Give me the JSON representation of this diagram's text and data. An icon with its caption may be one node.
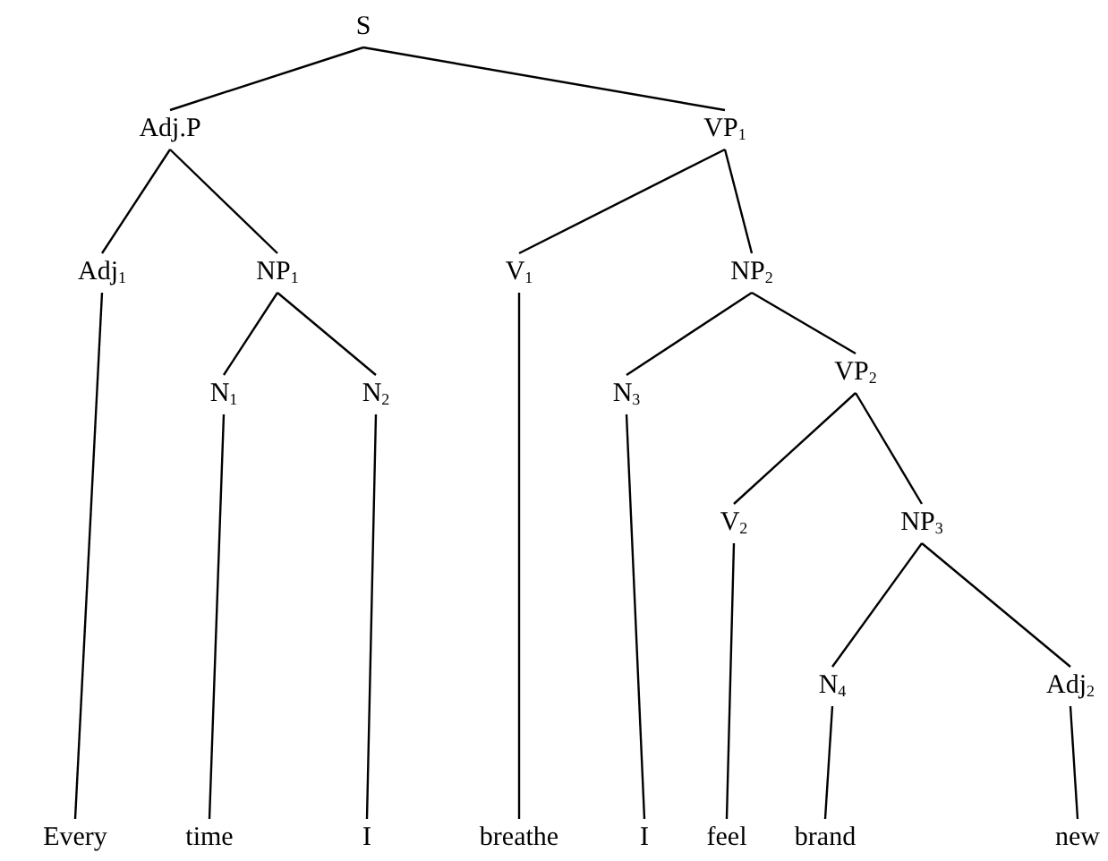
{
  "diagram": {
    "nodes": [
      {
        "text": [
          "S"
        ]
      },
      {
        "text": [
          "Adj.P"
        ]
      },
      {
        "text": [
          "VP$_{1}$"
        ]
      },
      {
        "text": [
          "Adj$_{1}$"
        ]
      },
      {
        "text": [
          "NP$_{1}$"
        ]
      },
      {
        "text": [
          "V$_{1}$"
        ]
      },
      {
        "text": [
          "NP$_{2}$"
        ]
      },
      {
        "text": [
          "N$_{1}$"
        ]
      },
      {
        "text": [
          "N$_{2}$"
        ]
      },
      {
        "text": [
          "N$_{3}$"
        ]
      },
      {
        "text": [
          "VP$_{2}$"
        ]
      },
      {
        "text": [
          "V$_{2}$"
        ]
      },
      {
        "text": [
          "NP$_{3}$"
        ]
      },
      {
        "text": [
          "N$_{4}$"
        ]
      },
      {
        "text": [
          "Adj$_{2}$"
        ]
      },
      {
        "text": [
          "Every"
        ]
      },
      {
        "text": [
          "time"
        ]
      },
      {
        "text": [
          "I"
        ]
      },
      {
        "text": [
          "breathe"
        ]
      },
      {
        "text": [
          "I"
        ]
      },
      {
        "text": [
          "feel"
        ]
      },
      {
        "text": [
          "brand"
        ]
      },
      {
        "text": [
          "new"
        ]
      }
    ],
    "edges": [
      {
        "from": 0,
        "to": 1,
        "arrow": "none"
      },
      {
        "from": 0,
        "to": 2,
        "arrow": "none"
      },
      {
        "from": 1,
        "to": 3,
        "arrow": "none"
      },
      {
        "from": 1,
        "to": 4,
        "arrow": "none"
      },
      {
        "from": 2,
        "to": 5,
        "arrow": "none"
      },
      {
        "from": 2,
        "to": 6,
        "arrow": "none"
      },
      {
        "from": 4,
        "to": 7,
        "arrow": "none"
      },
      {
        "from": 4,
        "to": 8,
        "arrow": "none"
      },
      {
        "from": 6,
        "to": 9,
        "arrow": "none"
      },
      {
        "from": 6,
        "to": 10,
        "arrow": "none"
      },
      {
        "from": 10,
        "to": 11,
        "arrow": "none"
      },
      {
        "from": 10,
        "to": 12,
        "arrow": "none"
      },
      {
        "from": 12,
        "to": 13,
        "arrow": "none"
      },
      {
        "from": 12,
        "to": 14,
        "arrow": "none"
      },
      {
        "from": 3,
        "to": 15,
        "arrow": "none"
      },
      {
        "from": 7,
        "to": 16,
        "arrow": "none"
      },
      {
        "from": 8,
        "to": 17,
        "arrow": "none"
      },
      {
        "from": 5,
        "to": 18,
        "arrow": "none"
      },
      {
        "from": 9,
        "to": 19,
        "arrow": "none"
      },
      {
        "from": 11,
        "to": 20,
        "arrow": "none"
      },
      {
        "from": 13,
        "to": 21,
        "arrow": "none"
      },
      {
        "from": 14,
        "to": 22,
        "arrow": "none"
      }
    ]
  }
}
